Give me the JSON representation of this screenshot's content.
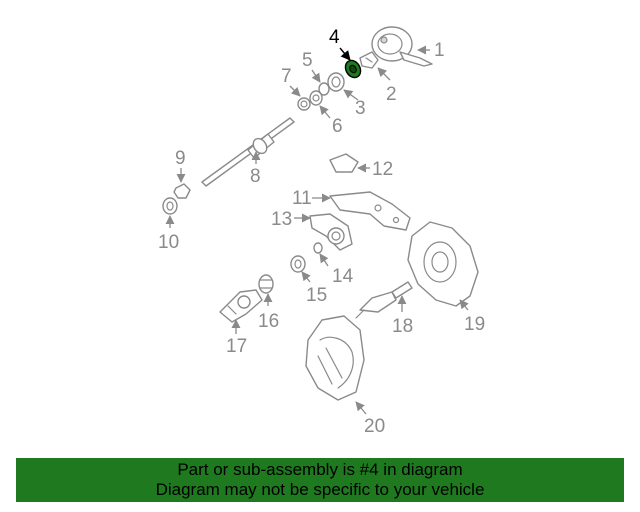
{
  "callouts": [
    {
      "label": "1",
      "highlighted": false
    },
    {
      "label": "2",
      "highlighted": false
    },
    {
      "label": "3",
      "highlighted": false
    },
    {
      "label": "4",
      "highlighted": true
    },
    {
      "label": "5",
      "highlighted": false
    },
    {
      "label": "6",
      "highlighted": false
    },
    {
      "label": "7",
      "highlighted": false
    },
    {
      "label": "8",
      "highlighted": false
    },
    {
      "label": "9",
      "highlighted": false
    },
    {
      "label": "10",
      "highlighted": false
    },
    {
      "label": "11",
      "highlighted": false
    },
    {
      "label": "12",
      "highlighted": false
    },
    {
      "label": "13",
      "highlighted": false
    },
    {
      "label": "14",
      "highlighted": false
    },
    {
      "label": "15",
      "highlighted": false
    },
    {
      "label": "16",
      "highlighted": false
    },
    {
      "label": "17",
      "highlighted": false
    },
    {
      "label": "18",
      "highlighted": false
    },
    {
      "label": "19",
      "highlighted": false
    },
    {
      "label": "20",
      "highlighted": false
    }
  ],
  "banner": {
    "line1": "Part or sub-assembly is #4 in diagram",
    "line2": "Diagram may not be specific to your vehicle"
  },
  "colors": {
    "banner_background": "#1f7a1f",
    "highlight_part": "#1f7a1f",
    "line_art": "#8a8a8a"
  }
}
